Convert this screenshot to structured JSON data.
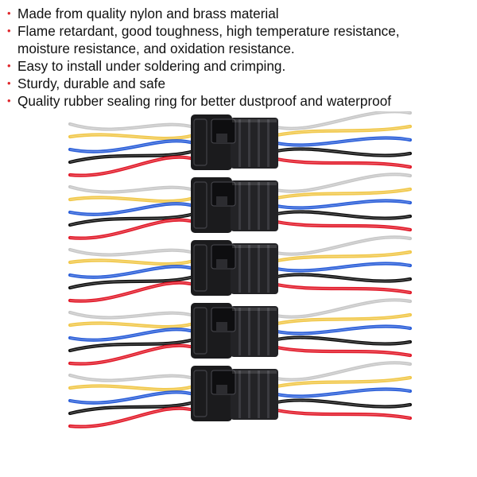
{
  "product": {
    "features": [
      "Made from quality nylon and brass material",
      "Flame retardant, good toughness, high temperature resistance,\nmoisture resistance, and oxidation resistance.",
      "Easy to install under soldering and crimping.",
      "Sturdy, durable and safe",
      "Quality rubber sealing ring for better dustproof and waterproof"
    ],
    "bullet_color": "#e0262b"
  },
  "image": {
    "connector_count": 5,
    "connector_color": "#1b1b1d",
    "wire_colors": [
      "#c8c8c8",
      "#f1c84b",
      "#2b5fd9",
      "#111111",
      "#e21b2a"
    ]
  }
}
